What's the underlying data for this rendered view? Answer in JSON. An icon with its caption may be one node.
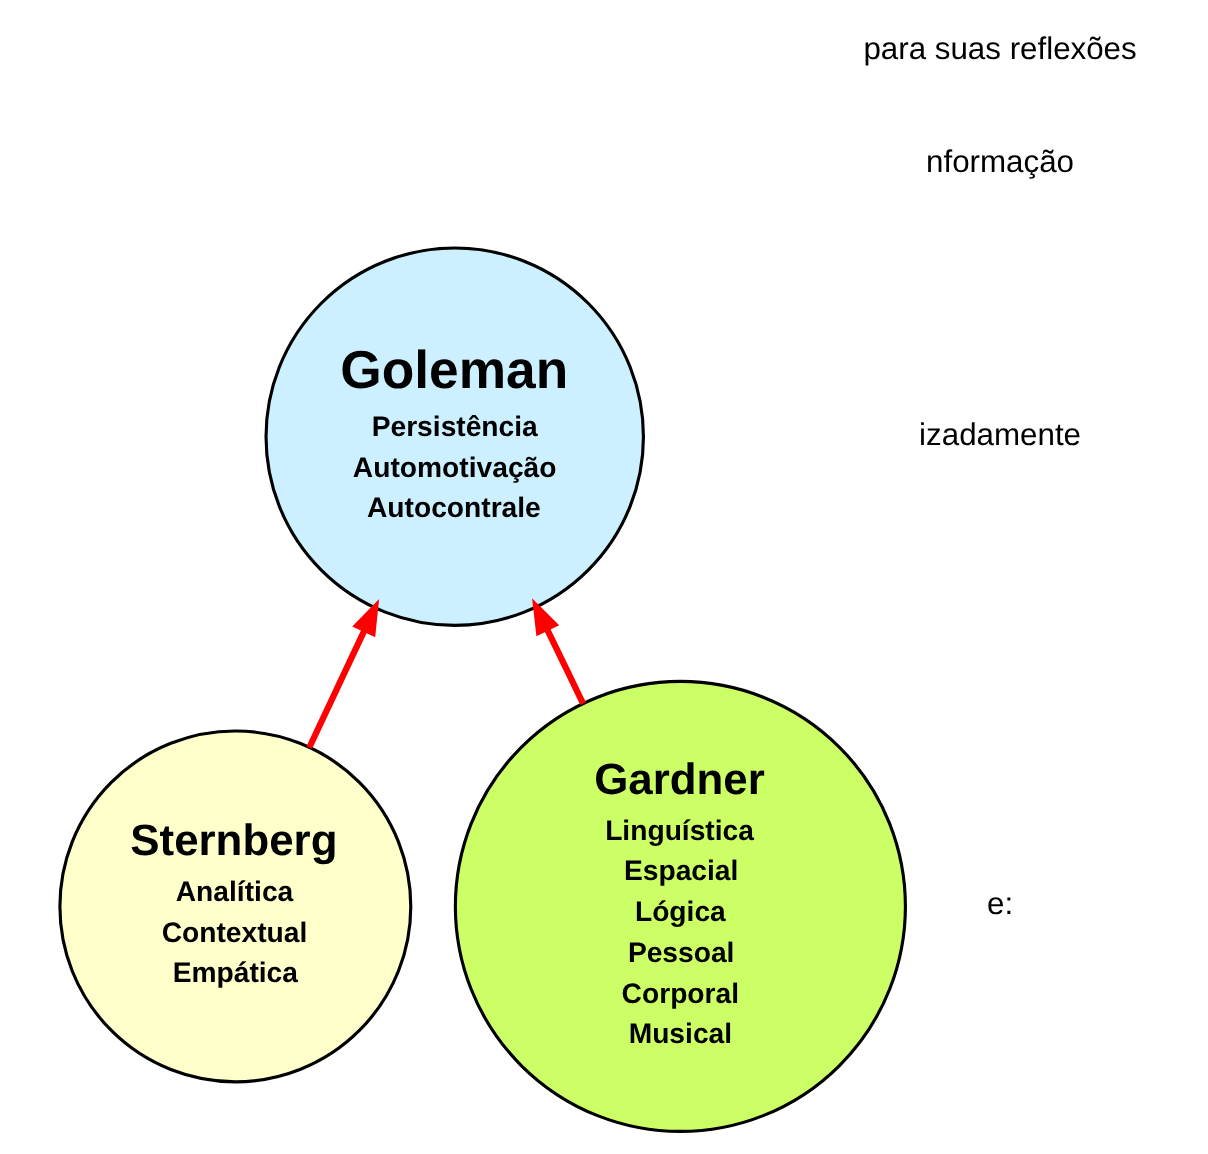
{
  "diagram": {
    "nodes": [
      {
        "text": [
          "Goleman",
          "Persistência",
          "Automotivação",
          "Autocontrale"
        ]
      },
      {
        "text": [
          "Sternberg",
          "Analítica",
          "Contextual",
          "Empática"
        ]
      },
      {
        "text": [
          "Gardner",
          "Linguística",
          "Espacial",
          "Lógica",
          "Pessoal",
          "Corporal",
          "Musical"
        ]
      }
    ],
    "edges": [
      {
        "from": 1,
        "to": 0,
        "arrow": "to"
      },
      {
        "from": 2,
        "to": 0,
        "arrow": "to"
      }
    ],
    "labels": [
      "para suas reflexões",
      "nformação",
      "izadamente",
      "e:"
    ]
  }
}
